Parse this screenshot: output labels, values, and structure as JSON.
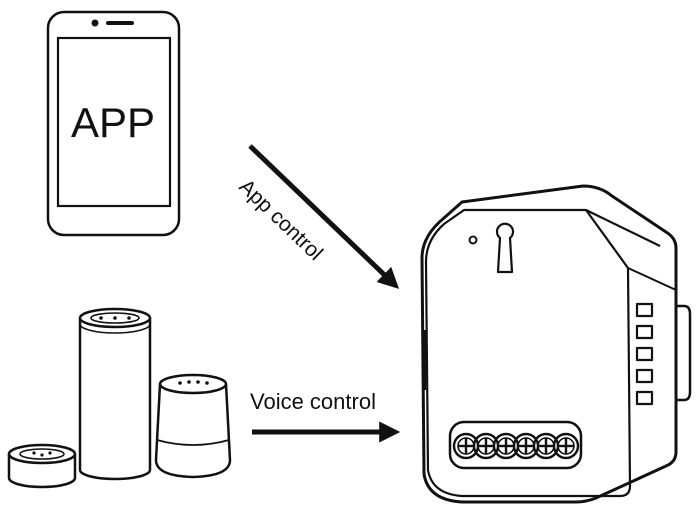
{
  "phone": {
    "screen_text": "APP"
  },
  "labels": {
    "app_control": "App control",
    "voice_control": "Voice control"
  },
  "colors": {
    "ink": "#111111",
    "background": "#ffffff"
  }
}
